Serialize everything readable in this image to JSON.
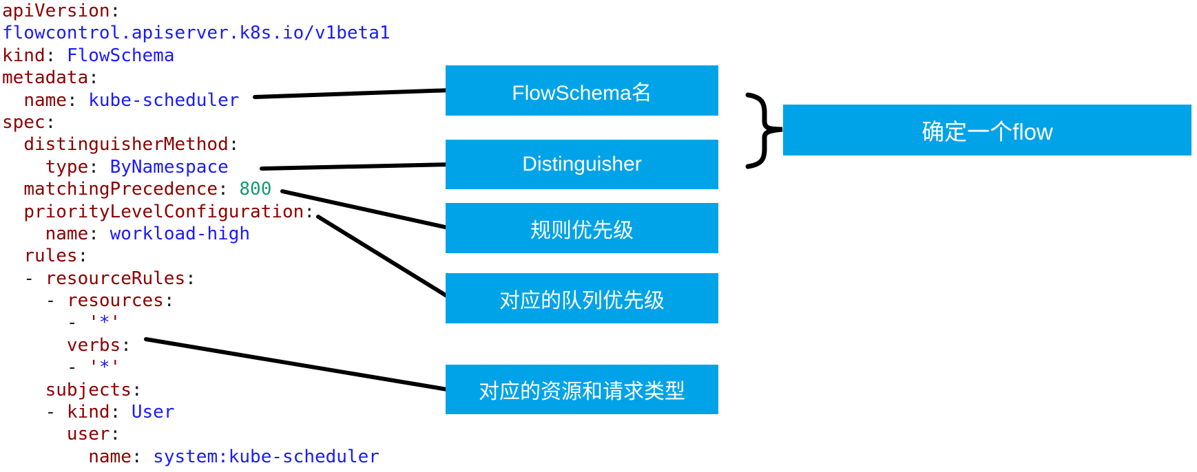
{
  "accent_color": "#00A3E8",
  "connector_color": "#000000",
  "label_text_color": "#ffffff",
  "code": {
    "token_colors": {
      "k": "#8B0000",
      "p": "#1c1c1c",
      "v": "#1a1aff",
      "n": "#12996b",
      "q": "#8B0000",
      "s": "#1c1c1c"
    },
    "lines": [
      [
        [
          "k",
          "apiVersion"
        ],
        [
          "p",
          ":"
        ]
      ],
      [
        [
          "v",
          "flowcontrol.apiserver.k8s.io/v1beta1"
        ]
      ],
      [
        [
          "k",
          "kind"
        ],
        [
          "p",
          ":"
        ],
        [
          "s",
          " "
        ],
        [
          "v",
          "FlowSchema"
        ]
      ],
      [
        [
          "k",
          "metadata"
        ],
        [
          "p",
          ":"
        ]
      ],
      [
        [
          "s",
          "  "
        ],
        [
          "k",
          "name"
        ],
        [
          "p",
          ":"
        ],
        [
          "s",
          " "
        ],
        [
          "v",
          "kube-scheduler"
        ]
      ],
      [
        [
          "k",
          "spec"
        ],
        [
          "p",
          ":"
        ]
      ],
      [
        [
          "s",
          "  "
        ],
        [
          "k",
          "distinguisherMethod"
        ],
        [
          "p",
          ":"
        ]
      ],
      [
        [
          "s",
          "    "
        ],
        [
          "k",
          "type"
        ],
        [
          "p",
          ":"
        ],
        [
          "s",
          " "
        ],
        [
          "v",
          "ByNamespace"
        ]
      ],
      [
        [
          "s",
          "  "
        ],
        [
          "k",
          "matchingPrecedence"
        ],
        [
          "p",
          ":"
        ],
        [
          "s",
          " "
        ],
        [
          "n",
          "800"
        ]
      ],
      [
        [
          "s",
          "  "
        ],
        [
          "k",
          "priorityLevelConfiguration"
        ],
        [
          "p",
          ":"
        ]
      ],
      [
        [
          "s",
          "    "
        ],
        [
          "k",
          "name"
        ],
        [
          "p",
          ":"
        ],
        [
          "s",
          " "
        ],
        [
          "v",
          "workload-high"
        ]
      ],
      [
        [
          "s",
          "  "
        ],
        [
          "k",
          "rules"
        ],
        [
          "p",
          ":"
        ]
      ],
      [
        [
          "s",
          "  "
        ],
        [
          "p",
          "-"
        ],
        [
          "s",
          " "
        ],
        [
          "k",
          "resourceRules"
        ],
        [
          "p",
          ":"
        ]
      ],
      [
        [
          "s",
          "    "
        ],
        [
          "p",
          "-"
        ],
        [
          "s",
          " "
        ],
        [
          "k",
          "resources"
        ],
        [
          "p",
          ":"
        ]
      ],
      [
        [
          "s",
          "      "
        ],
        [
          "p",
          "-"
        ],
        [
          "s",
          " "
        ],
        [
          "q",
          "'"
        ],
        [
          "v",
          "*"
        ],
        [
          "q",
          "'"
        ]
      ],
      [
        [
          "s",
          "      "
        ],
        [
          "k",
          "verbs"
        ],
        [
          "p",
          ":"
        ]
      ],
      [
        [
          "s",
          "      "
        ],
        [
          "p",
          "-"
        ],
        [
          "s",
          " "
        ],
        [
          "q",
          "'"
        ],
        [
          "v",
          "*"
        ],
        [
          "q",
          "'"
        ]
      ],
      [
        [
          "s",
          "    "
        ],
        [
          "k",
          "subjects"
        ],
        [
          "p",
          ":"
        ]
      ],
      [
        [
          "s",
          "    "
        ],
        [
          "p",
          "-"
        ],
        [
          "s",
          " "
        ],
        [
          "k",
          "kind"
        ],
        [
          "p",
          ":"
        ],
        [
          "s",
          " "
        ],
        [
          "v",
          "User"
        ]
      ],
      [
        [
          "s",
          "      "
        ],
        [
          "k",
          "user"
        ],
        [
          "p",
          ":"
        ]
      ],
      [
        [
          "s",
          "        "
        ],
        [
          "k",
          "name"
        ],
        [
          "p",
          ":"
        ],
        [
          "s",
          " "
        ],
        [
          "v",
          "system:kube-scheduler"
        ]
      ]
    ]
  },
  "labels": {
    "flowschema_name": "FlowSchema名",
    "distinguisher": "Distinguisher",
    "rule_priority": "规则优先级",
    "queue_priority": "对应的队列优先级",
    "resources_and_verbs": "对应的资源和请求类型",
    "flow_summary": "确定一个flow"
  }
}
